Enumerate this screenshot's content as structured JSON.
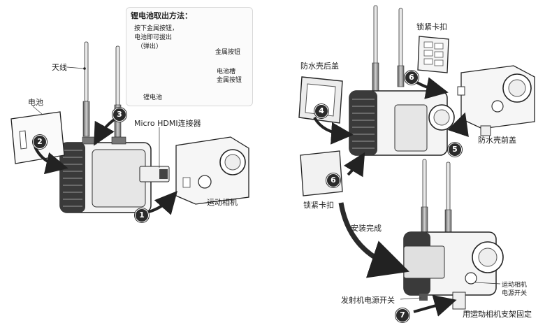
{
  "inset": {
    "title": "锂电池取出方法：",
    "line1": "按下金属按钮，",
    "line2": "电池即可拔出",
    "line3": "（弹出）",
    "metal_button": "金属按钮",
    "battery_slot": "电池槽",
    "metal_button_2": "金属按钮",
    "lithium_battery": "锂电池"
  },
  "left": {
    "antenna": "天线",
    "battery": "电池",
    "hdmi": "Micro HDMI连接器",
    "sport_camera": "运动相机"
  },
  "right": {
    "rear_cover": "防水壳后盖",
    "lock_clip_top": "锁紧卡扣",
    "front_cover": "防水壳前盖",
    "lock_clip_bottom": "锁紧卡扣",
    "install_done": "安装完成",
    "tx_power": "发射机电源开关",
    "cam_power_1": "运动相机",
    "cam_power_2": "电源开关",
    "mount": "用运动相机支架固定"
  },
  "steps": [
    "1",
    "2",
    "3",
    "4",
    "5",
    "6",
    "6",
    "7"
  ]
}
